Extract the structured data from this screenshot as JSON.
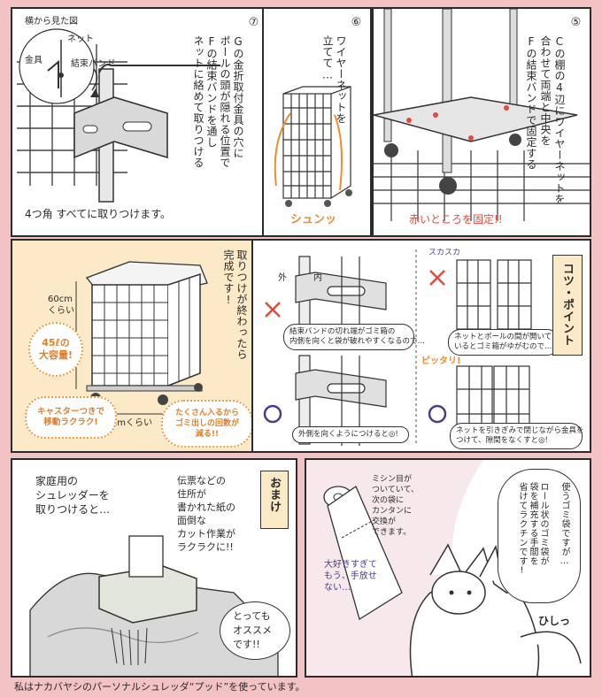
{
  "colors": {
    "background": "#f2c2c4",
    "accent_orange": "#f08c2e",
    "accent_red": "#e24b3a",
    "accent_purple": "#4a3c8f",
    "panel_cream": "#fbe9c8"
  },
  "panels": {
    "p7": {
      "number": "⑦",
      "text": "Gの金折取付金具の穴に\nポールの頭が隠れる位置で\nFの結束バンドを通し\nネットに絡めて取りつける",
      "side_view_label": "横から見た図",
      "label_net": "ネット",
      "label_bracket": "金具",
      "label_band": "結束バンド",
      "caption": "4つ角 すべてに取りつけます。"
    },
    "p6": {
      "number": "⑥",
      "text": "ワイヤーネットを\n立てて…",
      "sfx": "シュンッ"
    },
    "p5": {
      "number": "⑤",
      "text": "Cの棚の4辺にワイヤーネットを\n合わせて両端と中央を\nFの結束バンドで固定する",
      "caption": "赤いところを固定!!"
    },
    "p4": {
      "text": "取りつけが終わったら\n完成です!",
      "height_label": "60cm\nくらい",
      "width_label": "45cmくらい",
      "badge1": "45ℓの\n大容量!",
      "badge2": "キャスターつきで\n移動ラクラク!",
      "badge3": "たくさん入るから\nゴミ出しの回数が\n減る!!"
    },
    "tips": {
      "title": "コツ・ポイント",
      "label_out": "外",
      "label_in": "内",
      "bad1": "結束バンドの切れ端がゴミ箱の\n内側を向くと袋が破れやすくなるので…",
      "good1": "外側を向くようにつけると◎!",
      "sfx1": "スカスカ",
      "bad2": "ネットとポールの間が開いて\nいるとゴミ箱がゆがむので…",
      "sfx2": "ピッタリ!",
      "good2": "ネットを引きぎみで閉じながら金具を\nつけて、隙間をなくすと◎!"
    },
    "omake": {
      "title": "おまけ",
      "text1": "家庭用の\nシュレッダーを\n取りつけると…",
      "text2": "伝票などの\n住所が\n書かれた紙の\n面倒な\nカット作業が\nラクラクに!!",
      "text3": "とっても\nオススメ\nです!!"
    },
    "roll": {
      "text": "使うゴミ袋ですが…\n\nロール状のゴミ袋が\n袋を補充する手間を\n省けてラクチンです!",
      "note": "ミシン目が\nついていて、\n次の袋に\nカンタンに\n交換が\nできます。",
      "fox_text": "大好きすぎて\nもう、手放せ\nない…",
      "sfx": "ひしっ"
    }
  },
  "footer": "私はナカバヤシのパーソナルシュレッダ“プッド”を使っています。"
}
